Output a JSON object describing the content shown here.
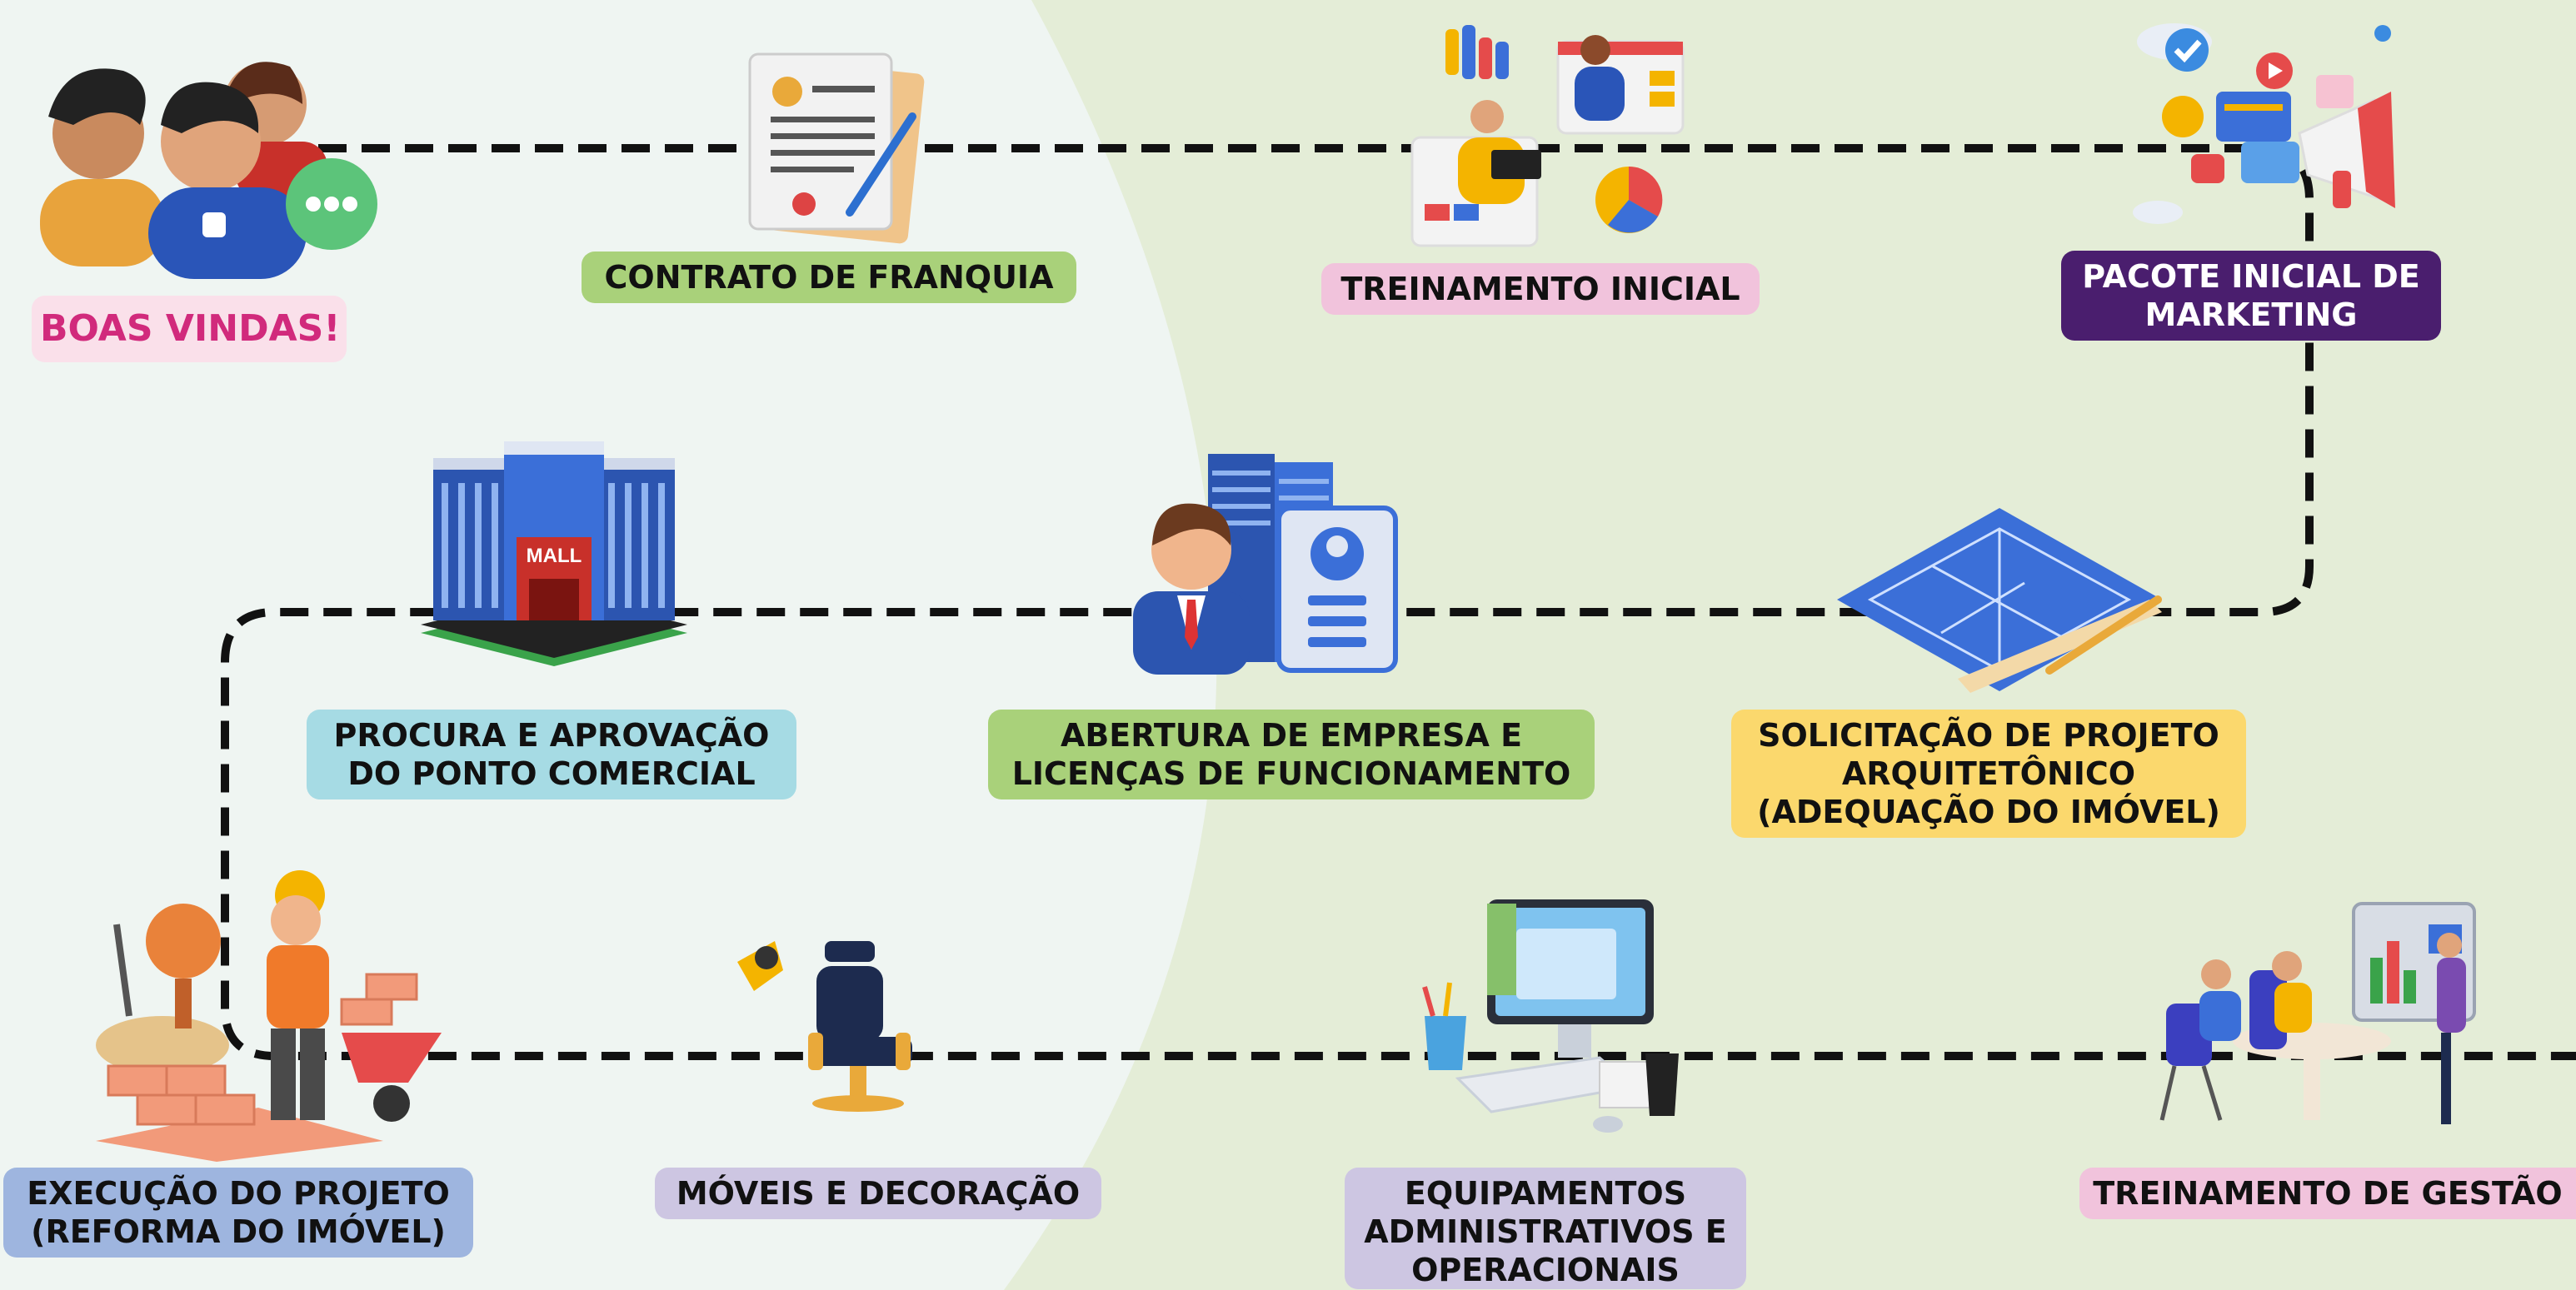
{
  "colors": {
    "background_light": "#eff5f2",
    "background_green": "#e4edd7",
    "path": "#111111",
    "pink_label": "#fae0ea",
    "pink_text": "#d12a7c",
    "green_label": "#a9d17a",
    "rose_label": "#f1c3dc",
    "purple_label": "#4a1e6e",
    "cyan_label": "#a6dbe4",
    "yellow_label": "#fbd86d",
    "blue_label": "#9eb5df",
    "lavender_label": "#cdc6e2"
  },
  "steps": [
    {
      "id": "boas-vindas",
      "label": "BOAS VINDAS!",
      "icon": "people-chat-icon"
    },
    {
      "id": "contrato",
      "label": "CONTRATO DE FRANQUIA",
      "icon": "contract-document-icon"
    },
    {
      "id": "treinamento-inicial",
      "label": "TREINAMENTO INICIAL",
      "icon": "online-training-icon"
    },
    {
      "id": "marketing",
      "label_line1": "PACOTE INICIAL DE",
      "label_line2": "MARKETING",
      "icon": "megaphone-social-media-icon"
    },
    {
      "id": "projeto-arquitetonico",
      "label_line1": "SOLICITAÇÃO DE PROJETO",
      "label_line2": "ARQUITETÔNICO",
      "label_line3": "(ADEQUAÇÃO DO IMÓVEL)",
      "icon": "blueprint-icon"
    },
    {
      "id": "abertura-empresa",
      "label_line1": "ABERTURA DE EMPRESA E",
      "label_line2": "LICENÇAS DE FUNCIONAMENTO",
      "icon": "businessman-id-card-icon"
    },
    {
      "id": "ponto-comercial",
      "label_line1": "PROCURA E APROVAÇÃO",
      "label_line2": "DO PONTO COMERCIAL",
      "icon": "mall-building-icon"
    },
    {
      "id": "execucao",
      "label_line1": "EXECUÇÃO DO PROJETO",
      "label_line2": "(REFORMA DO IMÓVEL)",
      "icon": "construction-worker-icon"
    },
    {
      "id": "moveis",
      "label": "MÓVEIS E DECORAÇÃO",
      "icon": "salon-chair-icon"
    },
    {
      "id": "equipamentos",
      "label_line1": "EQUIPAMENTOS",
      "label_line2": "ADMINISTRATIVOS E",
      "label_line3": "OPERACIONAIS",
      "icon": "computer-desk-icon"
    },
    {
      "id": "treinamento-gestao",
      "label": "TREINAMENTO DE GESTÃO",
      "icon": "meeting-presentation-icon"
    }
  ],
  "mall_sign": "MALL"
}
